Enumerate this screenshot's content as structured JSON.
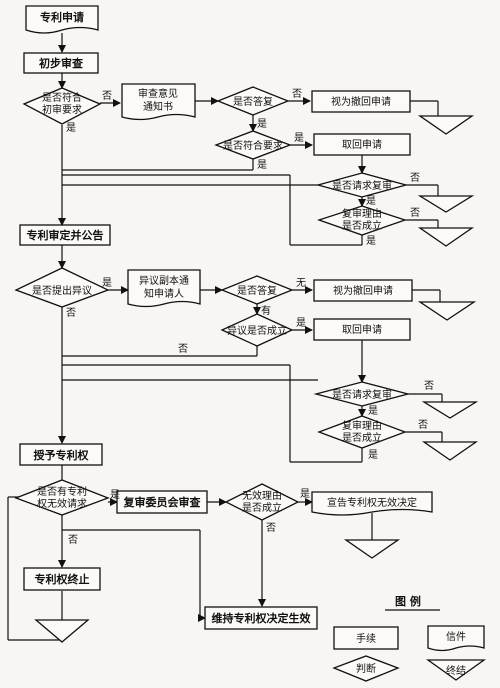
{
  "nodes": {
    "n1": "专利申请",
    "n2": "初步审查",
    "d1": [
      "是否符合",
      "初审要求"
    ],
    "n3": [
      "审查意见",
      "通知书"
    ],
    "d2": "是否答复",
    "n4": "视为撤回申请",
    "d3": "是否符合要求",
    "n5": "取回申请",
    "d4": "是否请求复审",
    "d5": [
      "复审理由",
      "是否成立"
    ],
    "n6": "专利审定并公告",
    "d6": "是否提出异议",
    "n7": [
      "异议副本通",
      "知申请人"
    ],
    "d7": "是否答复",
    "n8": "视为撤回申请",
    "d8": "异议是否成立",
    "n9": "取回申请",
    "d9": "是否请求复审",
    "d10": [
      "复审理由",
      "是否成立"
    ],
    "n10": "授予专利权",
    "d11": [
      "是否有专利",
      "权无效请求"
    ],
    "n11": "复审委员会审查",
    "d12": [
      "无效理由",
      "是否成立"
    ],
    "n12": "宣告专利权无效决定",
    "n13": "专利权终止",
    "n14": "维持专利权决定生效"
  },
  "edge_labels": {
    "yes": "是",
    "no": "否",
    "have": "有",
    "none": "无"
  },
  "legend": {
    "title": "图    例",
    "process": "手续",
    "document": "信件",
    "decision": "判断",
    "terminal": "终结"
  }
}
